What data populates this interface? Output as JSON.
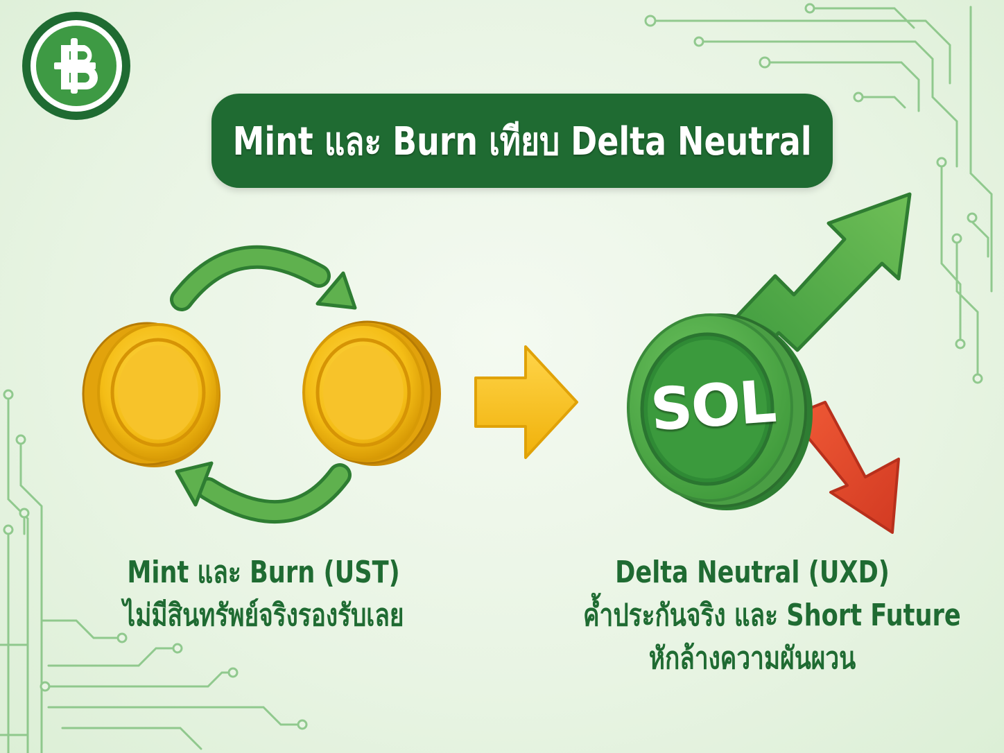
{
  "title": "Mint และ Burn เทียบ Delta Neutral",
  "logo": {
    "icon": "baht-icon",
    "color": "#1f6b32"
  },
  "left_panel": {
    "line1": "Mint และ Burn (UST)",
    "line2": "ไม่มีสินทรัพย์จริงรองรับเลย"
  },
  "right_panel": {
    "coin_label": "SOL",
    "line1": "Delta Neutral (UXD)",
    "line2": "ค้ำประกันจริง และ Short Future",
    "line3": "หักล้างความผันผวน"
  },
  "colors": {
    "primary_green": "#1f6b32",
    "accent_green": "#4caf50",
    "gold": "#f2b705",
    "red": "#e0402a",
    "background": "#eaf5e6"
  }
}
